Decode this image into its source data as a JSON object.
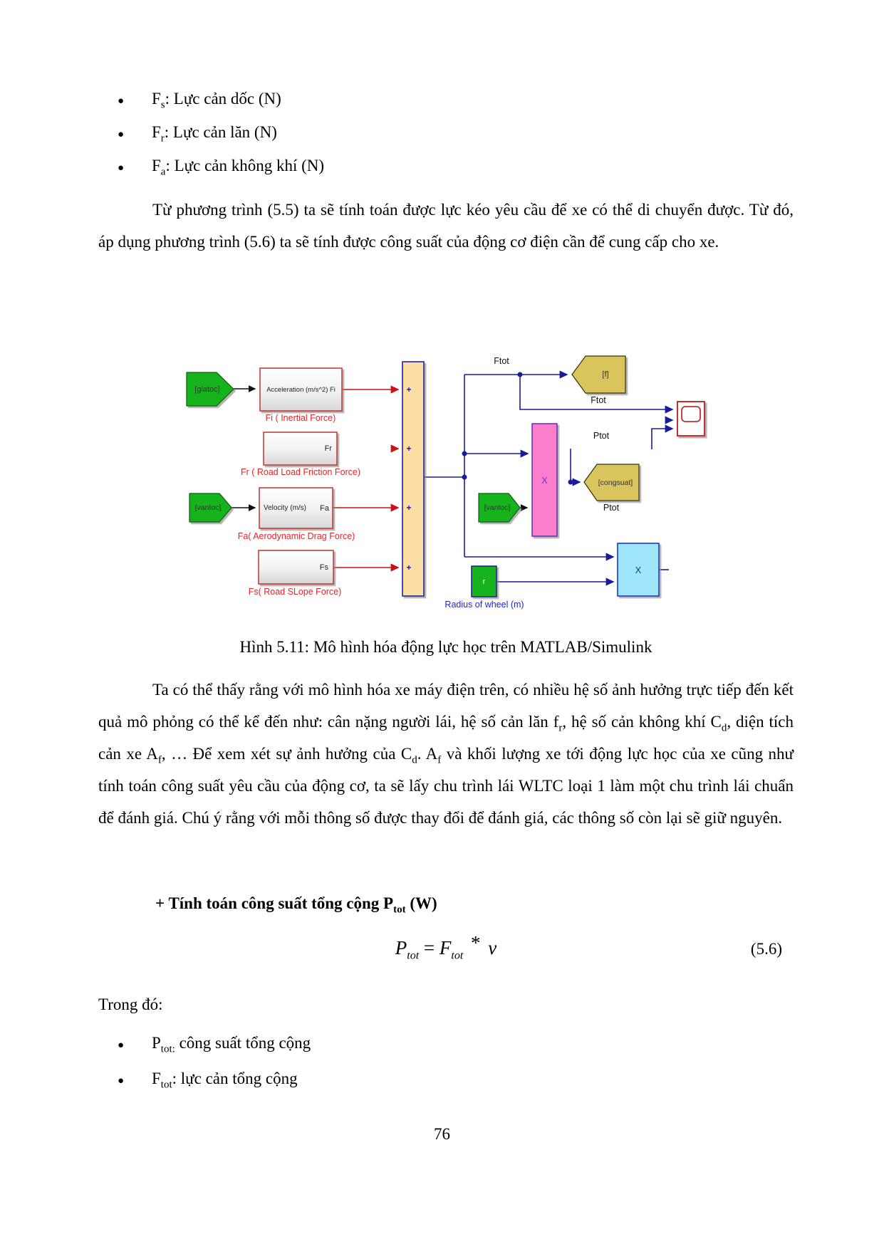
{
  "list_bullet": "●",
  "bullets_top": [
    [
      {
        "t": "F"
      },
      {
        "sub": "s"
      },
      {
        "t": ": Lực cản dốc (N)"
      }
    ],
    [
      {
        "t": "F"
      },
      {
        "sub": "r"
      },
      {
        "t": ": Lực cản lăn (N)"
      }
    ],
    [
      {
        "t": "F"
      },
      {
        "sub": "a"
      },
      {
        "t": ": Lực cản không khí (N)"
      }
    ]
  ],
  "paragraph1": "Từ phương trình (5.5) ta sẽ tính toán được lực kéo yêu cầu để xe có thể di chuyển được. Từ đó, áp dụng phương trình (5.6) ta sẽ tính được công suất của động cơ điện cần để cung cấp cho xe.",
  "figure": {
    "caption": "Hình 5.11: Mô hình hóa động lực học trên MATLAB/Simulink",
    "diagram": {
      "tags": {
        "giatoc": "[giatoc]",
        "vantoc1": "[vantoc]",
        "vantoc2": "[vantoc]",
        "f": "[f]",
        "congsuat": "[congsuat]"
      },
      "blocks": {
        "acceleration": "Acceleration (m/s^2) Fi",
        "fr": "Fr",
        "velocity_in": "Velocity (m/s)",
        "velocity_out": "Fa",
        "fs": "Fs",
        "wheel_radius": "r",
        "sum_sign": "+",
        "product_sign": "X"
      },
      "labels": {
        "fi": "Fi ( Inertial Force)",
        "fr": "Fr ( Road Load Friction Force)",
        "fa": "Fa( Aerodynamic Drag Force)",
        "fs": "Fs( Road SLope Force)",
        "radius": "Radius of wheel (m)",
        "ftot_wire": "Ftot",
        "ftot_tag": "Ftot",
        "ptot_wire": "Ptot",
        "ptot_tag": "Ptot"
      },
      "colors": {
        "tag_green": "#12B31F",
        "tag_yellow": "#D9C55C",
        "sum_fill": "#FCDEA5",
        "product_pink": "#FB7ECC",
        "product_cyan": "#A0E6FA",
        "block_border_red": "#C23030",
        "wire_blue": "#1A1A9C",
        "wire_red": "#CC1111",
        "label_red": "#E2242C",
        "label_blue": "#2323CC"
      }
    }
  },
  "paragraph2": [
    {
      "t": "Ta có thể thấy rằng với mô hình hóa xe máy điện trên, có nhiều hệ số ảnh hưởng trực tiếp đến kết quả mô phỏng có thể kể đến như: cân nặng người lái, hệ số cản lăn f"
    },
    {
      "sub": "r"
    },
    {
      "t": ", hệ số cản không khí C"
    },
    {
      "sub": "d"
    },
    {
      "t": ", diện tích cản xe A"
    },
    {
      "sub": "f"
    },
    {
      "t": ", … Để xem xét sự ảnh hưởng của C"
    },
    {
      "sub": "d"
    },
    {
      "t": ". A"
    },
    {
      "sub": "f"
    },
    {
      "t": " và khối lượng xe tới động lực học của xe cũng như tính toán công suất yêu cầu của động cơ, ta sẽ lấy chu trình lái WLTC loại 1 làm một chu trình lái chuẩn để đánh giá. Chú ý rằng với mỗi thông số được thay đổi để đánh giá, các thông số còn lại sẽ giữ nguyên."
    }
  ],
  "heading": [
    {
      "t": "+ Tính toán công suất tổng cộng P"
    },
    {
      "sub": "tot"
    },
    {
      "t": " (W)"
    }
  ],
  "equation": {
    "lhs": "P",
    "lhs_sub": "tot",
    "eq": "=",
    "rhs": "F",
    "rhs_sub": "tot",
    "op": "*",
    "var": "v",
    "number": "(5.6)"
  },
  "trong_do": "Trong đó:",
  "bullets_bottom": [
    [
      {
        "t": "P"
      },
      {
        "sub": "tot:"
      },
      {
        "t": "  công suất tổng cộng"
      }
    ],
    [
      {
        "t": "F"
      },
      {
        "sub": "tot"
      },
      {
        "t": ": lực cản tổng cộng"
      }
    ]
  ],
  "page_number": "76"
}
